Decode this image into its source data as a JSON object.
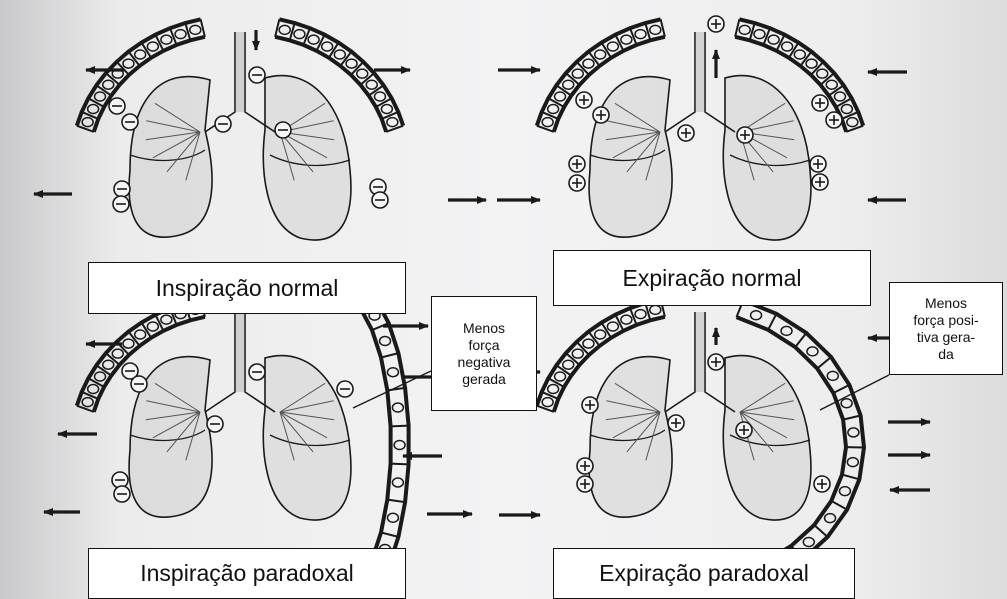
{
  "captions": {
    "inspiracao_normal": "Inspiração normal",
    "expiracao_normal": "Expiração normal",
    "inspiracao_paradoxal": "Inspiração paradoxal",
    "expiracao_paradoxal": "Expiração paradoxal"
  },
  "notes": {
    "negative": "Menos\nforça\nnegativa\ngerada",
    "positive": "Menos\nforça posi-\ntiva gera-\nda"
  },
  "symbols": {
    "negative": "−",
    "positive": "+"
  },
  "colors": {
    "ink": "#1a1a1a",
    "paper": "#f2f2f3",
    "box_fill": "#ffffff"
  }
}
